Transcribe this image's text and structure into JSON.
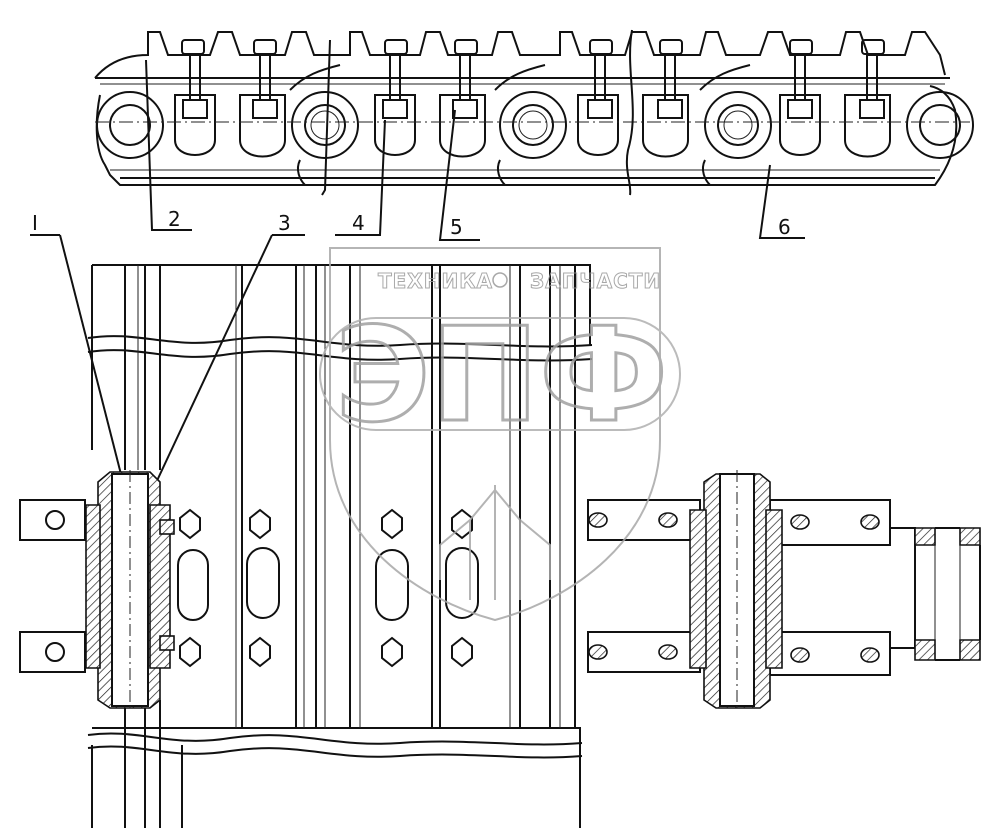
{
  "diagram": {
    "callouts": [
      {
        "id": "I",
        "text": "I"
      },
      {
        "id": "2",
        "text": "2"
      },
      {
        "id": "3",
        "text": "3"
      },
      {
        "id": "4",
        "text": "4"
      },
      {
        "id": "5",
        "text": "5"
      },
      {
        "id": "6",
        "text": "6"
      }
    ],
    "watermark": {
      "tagline_left": "ТЕХНИКА",
      "tagline_right": "ЗАПЧАСТИ",
      "monogram": "ЭПФ"
    }
  }
}
